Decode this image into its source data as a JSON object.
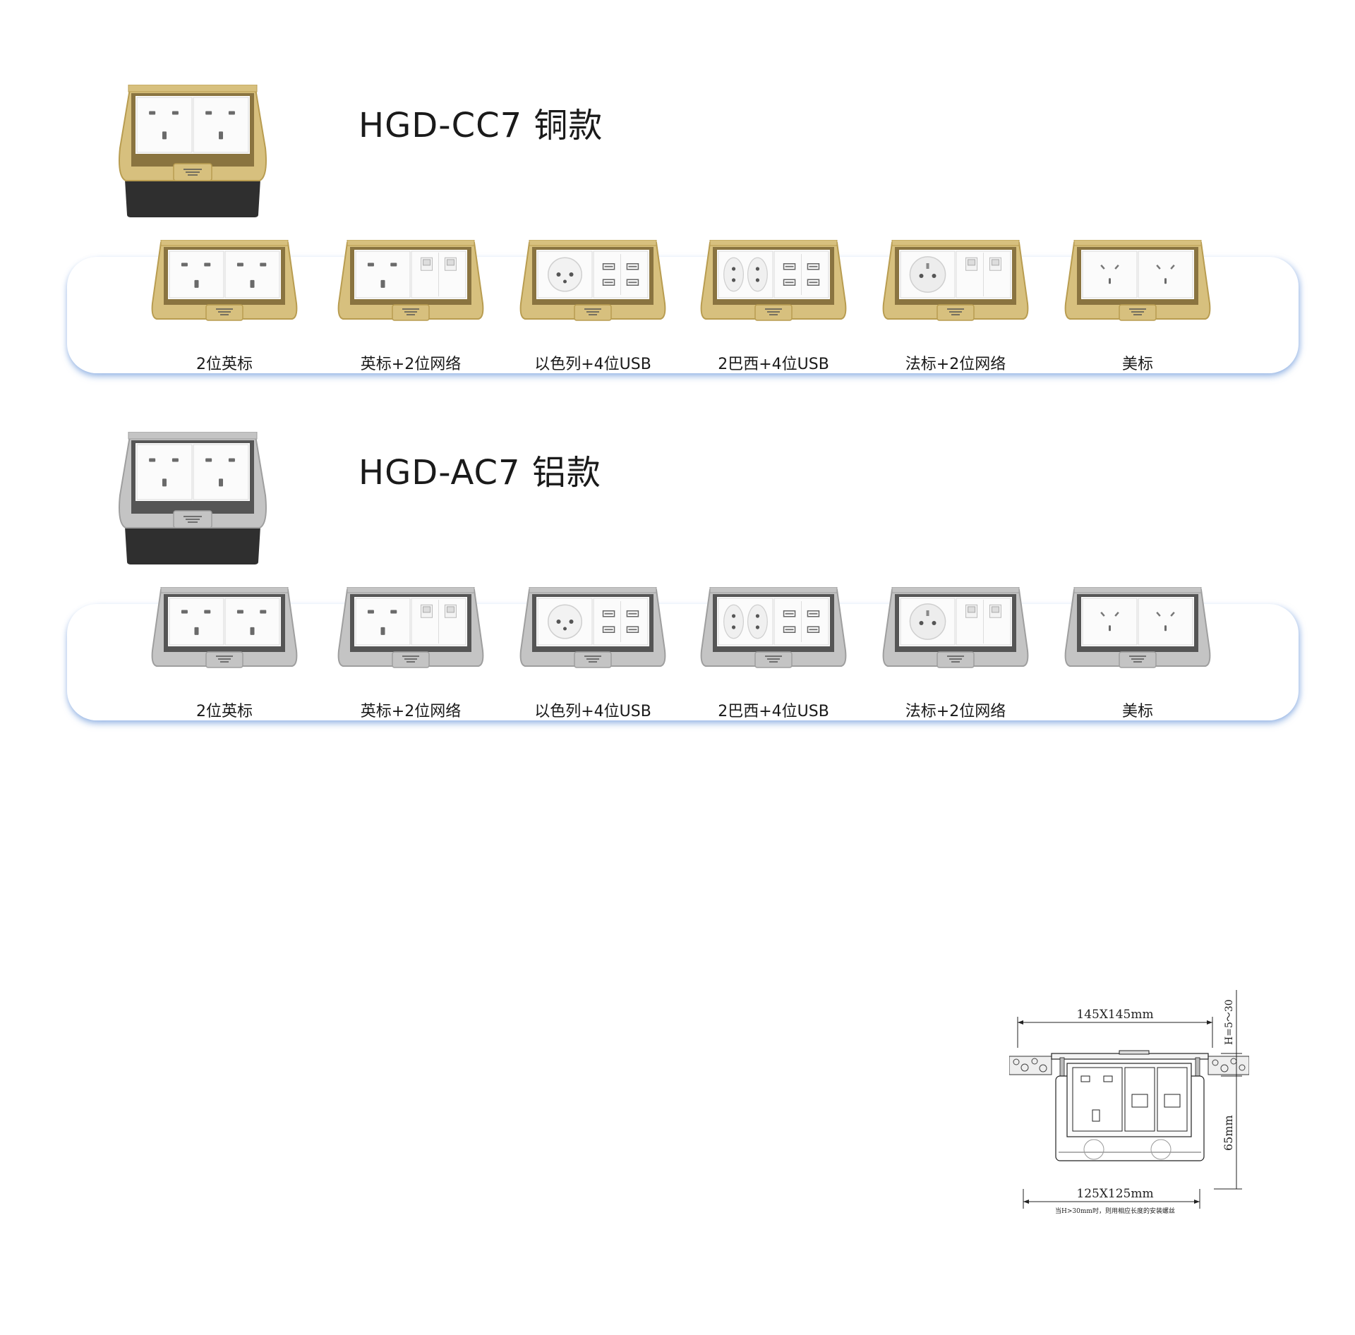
{
  "sections": [
    {
      "title": "HGD-CC7 铜款",
      "finish": "copper",
      "colors": {
        "frame": "#d7c07e",
        "frame_dark": "#b89c50",
        "inner": "#8a7440",
        "box": "#2f2f2f"
      },
      "variants": [
        {
          "label": "2位英标",
          "modules": [
            "uk",
            "uk"
          ]
        },
        {
          "label": "英标+2位网络",
          "modules": [
            "uk",
            "rj45x2"
          ]
        },
        {
          "label": "以色列+4位USB",
          "modules": [
            "round",
            "usb4"
          ]
        },
        {
          "label": "2巴西+4位USB",
          "modules": [
            "brazil2",
            "usb4"
          ]
        },
        {
          "label": "法标+2位网络",
          "modules": [
            "french",
            "rj45x2"
          ]
        },
        {
          "label": "美标",
          "modules": [
            "aus",
            "aus"
          ]
        }
      ]
    },
    {
      "title": "HGD-AC7 铝款",
      "finish": "aluminium",
      "colors": {
        "frame": "#c4c4c4",
        "frame_dark": "#9e9e9e",
        "inner": "#555555",
        "box": "#2f2f2f"
      },
      "variants": [
        {
          "label": "2位英标",
          "modules": [
            "uk",
            "uk"
          ]
        },
        {
          "label": "英标+2位网络",
          "modules": [
            "uk",
            "rj45x2"
          ]
        },
        {
          "label": "以色列+4位USB",
          "modules": [
            "round",
            "usb4"
          ]
        },
        {
          "label": "2巴西+4位USB",
          "modules": [
            "brazil2",
            "usb4"
          ]
        },
        {
          "label": "法标+2位网络",
          "modules": [
            "french",
            "rj45x2"
          ]
        },
        {
          "label": "美标",
          "modules": [
            "aus",
            "aus"
          ]
        }
      ]
    }
  ],
  "diagram": {
    "top_dim": "145X145mm",
    "bottom_dim": "125X125mm",
    "height_range": "H=5～30",
    "depth": "65mm",
    "note": "当H>30mm时，则用相应长度的安装螺丝"
  }
}
